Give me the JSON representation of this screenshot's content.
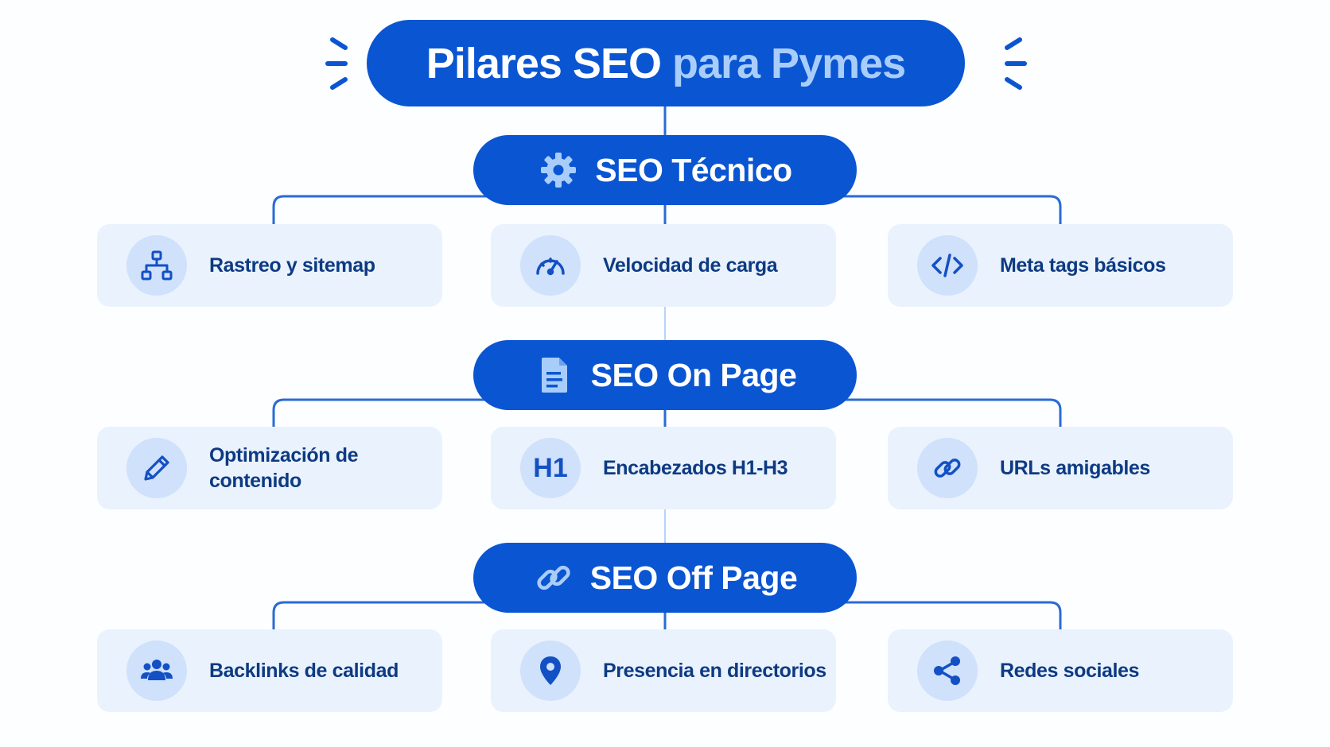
{
  "title": {
    "main": "Pilares SEO",
    "accent": "para Pymes"
  },
  "colors": {
    "primary": "#0a55d2",
    "accent_text": "#a9cdfb",
    "card_bg": "#eaf2fd",
    "icon_circle": "#cfe1fb",
    "label_text": "#0d3a82",
    "connector": "#2a6bd6"
  },
  "sections": [
    {
      "title": "SEO Técnico",
      "icon": "gear-icon",
      "items": [
        {
          "label": "Rastreo y sitemap",
          "icon": "sitemap-icon"
        },
        {
          "label": "Velocidad de carga",
          "icon": "speedometer-icon"
        },
        {
          "label": "Meta tags básicos",
          "icon": "code-icon"
        }
      ]
    },
    {
      "title": "SEO On Page",
      "icon": "document-icon",
      "items": [
        {
          "label": "Optimización de contenido",
          "icon": "pencil-icon"
        },
        {
          "label": "Encabezados H1-H3",
          "icon": "heading-icon",
          "glyph": "H1"
        },
        {
          "label": "URLs amigables",
          "icon": "link-icon"
        }
      ]
    },
    {
      "title": "SEO Off Page",
      "icon": "link-icon",
      "items": [
        {
          "label": "Backlinks de calidad",
          "icon": "users-icon"
        },
        {
          "label": "Presencia en directorios",
          "icon": "map-pin-icon"
        },
        {
          "label": "Redes sociales",
          "icon": "share-icon"
        }
      ]
    }
  ]
}
